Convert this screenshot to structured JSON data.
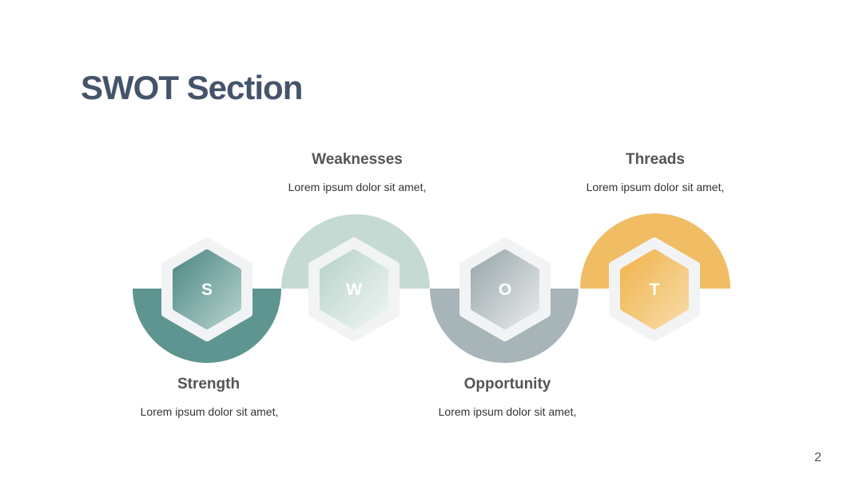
{
  "title": "SWOT Section",
  "page_number": "2",
  "items": [
    {
      "letter": "S",
      "title": "Strength",
      "desc": "Lorem ipsum dolor sit amet,",
      "color": "#5f9590"
    },
    {
      "letter": "W",
      "title": "Weaknesses",
      "desc": "Lorem ipsum dolor sit amet,",
      "color": "#c6dad4"
    },
    {
      "letter": "O",
      "title": "Opportunity",
      "desc": "Lorem ipsum dolor sit amet,",
      "color": "#a7b4b8"
    },
    {
      "letter": "T",
      "title": "Threads",
      "desc": "Lorem ipsum dolor sit amet,",
      "color": "#f0bd65"
    }
  ]
}
